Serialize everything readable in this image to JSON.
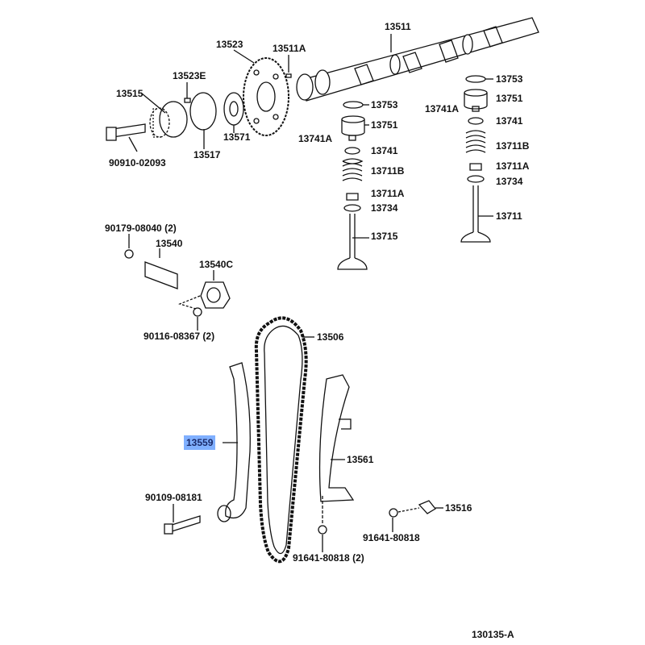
{
  "diagram_ref": "130135-A",
  "highlight_color": "#80b0ff",
  "parts": {
    "p13511": "13511",
    "p13523": "13523",
    "p13511A": "13511A",
    "p13523E": "13523E",
    "p13515": "13515",
    "p13753_l": "13753",
    "p13753_r": "13753",
    "p13741A_r": "13741A",
    "p13751_l": "13751",
    "p13751_r": "13751",
    "p13741_r": "13741",
    "p13571": "13571",
    "p13741A_l": "13741A",
    "p13741_l": "13741",
    "p13711B_r": "13711B",
    "p13517": "13517",
    "p90910": "90910-02093",
    "p13711B_l": "13711B",
    "p13711A_r": "13711A",
    "p13734_r": "13734",
    "p13711A_l": "13711A",
    "p13734_l": "13734",
    "p13711": "13711",
    "p90179": "90179-08040 (2)",
    "p13540": "13540",
    "p13715": "13715",
    "p13540C": "13540C",
    "p90116": "90116-08367 (2)",
    "p13506": "13506",
    "p13559": "13559",
    "p13561": "13561",
    "p90109": "90109-08181",
    "p13516": "13516",
    "p91641": "91641-80818",
    "p91641_2": "91641-80818 (2)"
  }
}
